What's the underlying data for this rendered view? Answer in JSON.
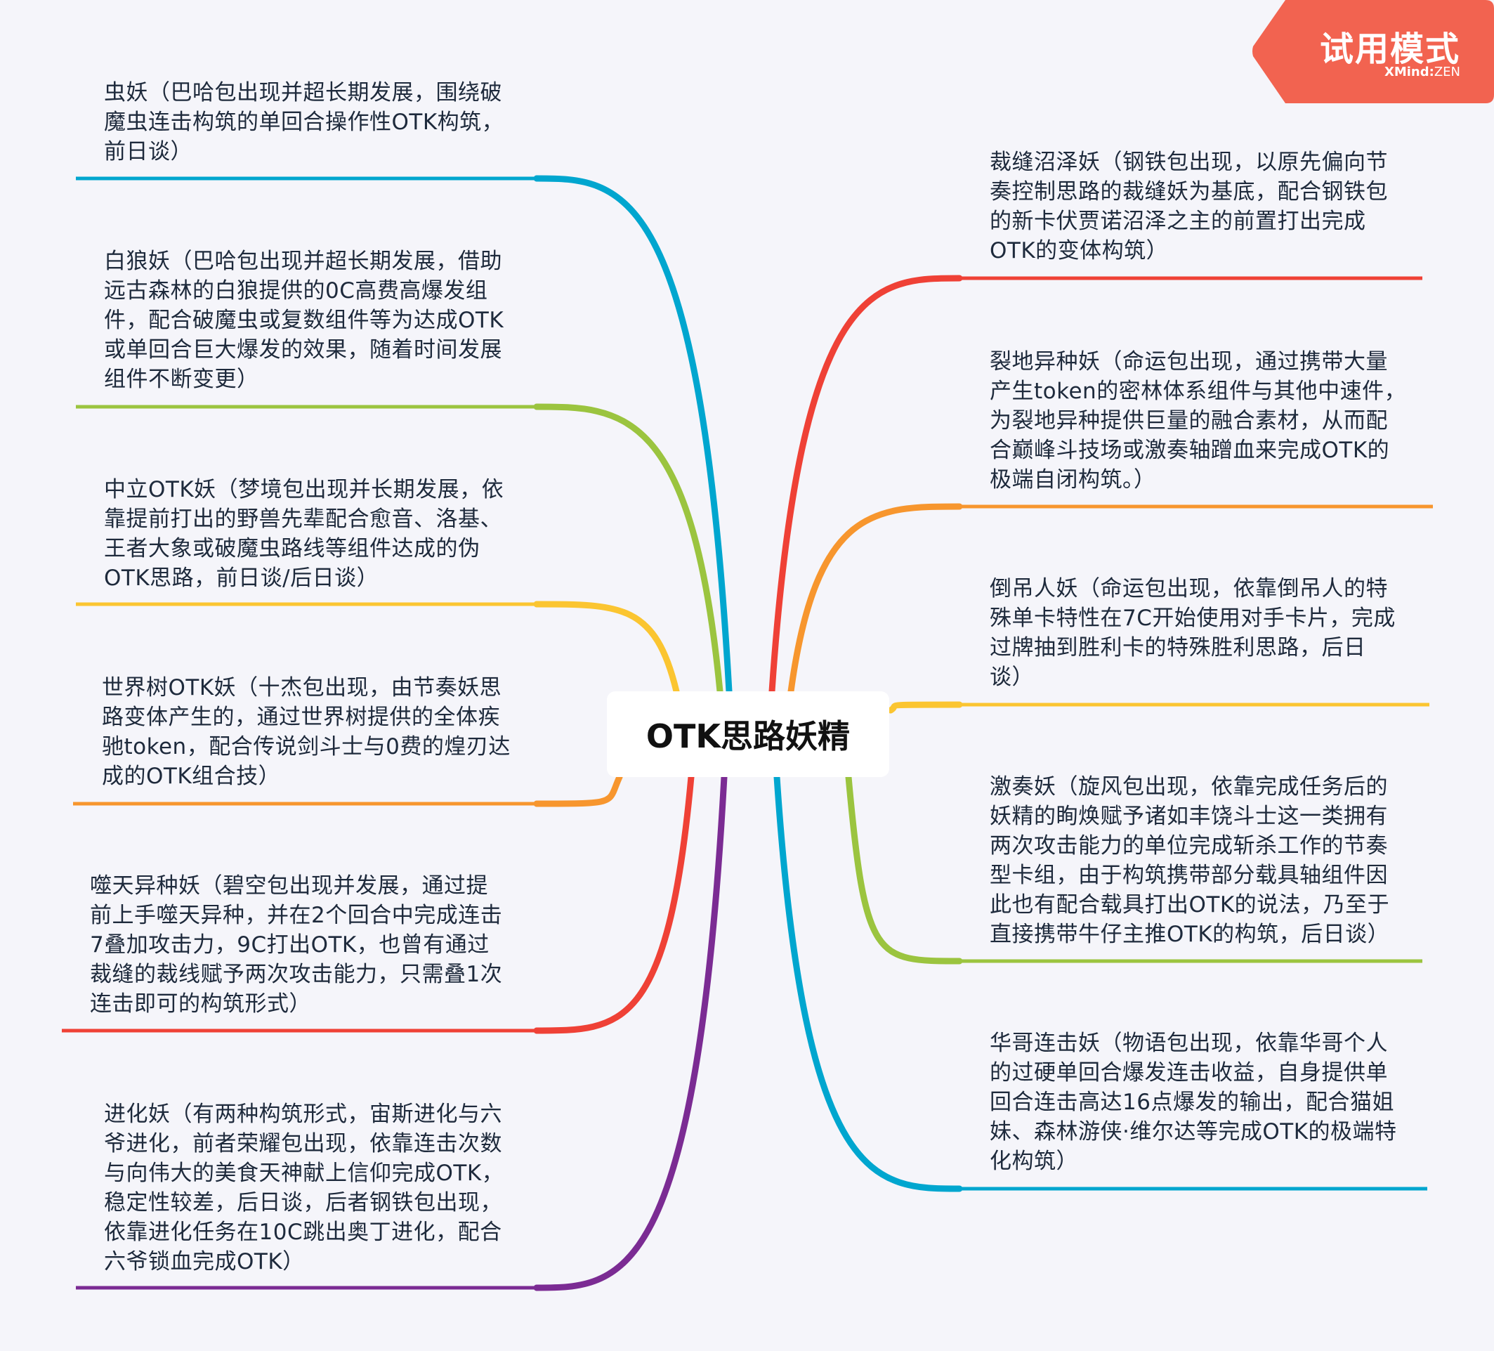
{
  "central_topic": "OTK思路妖精",
  "colors": {
    "blue": "#00a6cf",
    "green": "#9bc43f",
    "yellow": "#fbc531",
    "orange": "#f7962e",
    "red": "#ef4136",
    "purple": "#7b2b93",
    "badge": "#f26350",
    "background": "#f5f5fa"
  },
  "left_branches": [
    {
      "color": "blue",
      "lines": [
        "虫妖（巴哈包出现并超长期发展，围绕破",
        "魔虫连击构筑的单回合操作性OTK构筑，",
        "前日谈）"
      ]
    },
    {
      "color": "green",
      "lines": [
        "白狼妖（巴哈包出现并超长期发展，借助",
        "远古森林的白狼提供的0C高费高爆发组",
        "件，配合破魔虫或复数组件等为达成OTK",
        "或单回合巨大爆发的效果，随着时间发展",
        "组件不断变更）"
      ]
    },
    {
      "color": "yellow",
      "lines": [
        "中立OTK妖（梦境包出现并长期发展，依",
        "靠提前打出的野兽先辈配合愈音、洛基、",
        "王者大象或破魔虫路线等组件达成的伪",
        "OTK思路，前日谈/后日谈）"
      ]
    },
    {
      "color": "orange",
      "lines": [
        "世界树OTK妖（十杰包出现，由节奏妖思",
        "路变体产生的，通过世界树提供的全体疾",
        "驰token，配合传说剑斗士与0费的煌刃达",
        "成的OTK组合技）"
      ]
    },
    {
      "color": "red",
      "lines": [
        "噬天异种妖（碧空包出现并发展，通过提",
        "前上手噬天异种，并在2个回合中完成连击",
        "7叠加攻击力，9C打出OTK，也曾有通过",
        "裁缝的裁线赋予两次攻击能力，只需叠1次",
        "连击即可的构筑形式）"
      ]
    },
    {
      "color": "purple",
      "lines": [
        "进化妖（有两种构筑形式，宙斯进化与六",
        "爷进化，前者荣耀包出现，依靠连击次数",
        "与向伟大的美食天神献上信仰完成OTK，",
        "稳定性较差，后日谈，后者钢铁包出现，",
        "依靠进化任务在10C跳出奥丁进化，配合",
        "六爷锁血完成OTK）"
      ]
    }
  ],
  "right_branches": [
    {
      "color": "red",
      "lines": [
        "裁缝沼泽妖（钢铁包出现，以原先偏向节",
        "奏控制思路的裁缝妖为基底，配合钢铁包",
        "的新卡伏贾诺沼泽之主的前置打出完成",
        "OTK的变体构筑）"
      ]
    },
    {
      "color": "orange",
      "lines": [
        "裂地异种妖（命运包出现，通过携带大量",
        "产生token的密林体系组件与其他中速件，",
        "为裂地异种提供巨量的融合素材，从而配",
        "合巅峰斗技场或激奏轴蹭血来完成OTK的",
        "极端自闭构筑。）"
      ]
    },
    {
      "color": "yellow",
      "lines": [
        "倒吊人妖（命运包出现，依靠倒吊人的特",
        "殊单卡特性在7C开始使用对手卡片，完成",
        "过牌抽到胜利卡的特殊胜利思路，后日",
        "谈）"
      ]
    },
    {
      "color": "green",
      "lines": [
        "激奏妖（旋风包出现，依靠完成任务后的",
        "妖精的眴焕赋予诸如丰饶斗士这一类拥有",
        "两次攻击能力的单位完成斩杀工作的节奏",
        "型卡组，由于构筑携带部分载具轴组件因",
        "此也有配合载具打出OTK的说法，乃至于",
        "直接携带牛仔主推OTK的构筑，后日谈）"
      ]
    },
    {
      "color": "blue",
      "lines": [
        "华哥连击妖（物语包出现，依靠华哥个人",
        "的过硬单回合爆发连击收益，自身提供单",
        "回合连击高达16点爆发的输出，配合猫姐",
        "妹、森林游侠·维尔达等完成OTK的极端特",
        "化构筑）"
      ]
    }
  ],
  "badge": {
    "title": "试用模式",
    "brand": "XMind",
    "edition": "ZEN"
  }
}
